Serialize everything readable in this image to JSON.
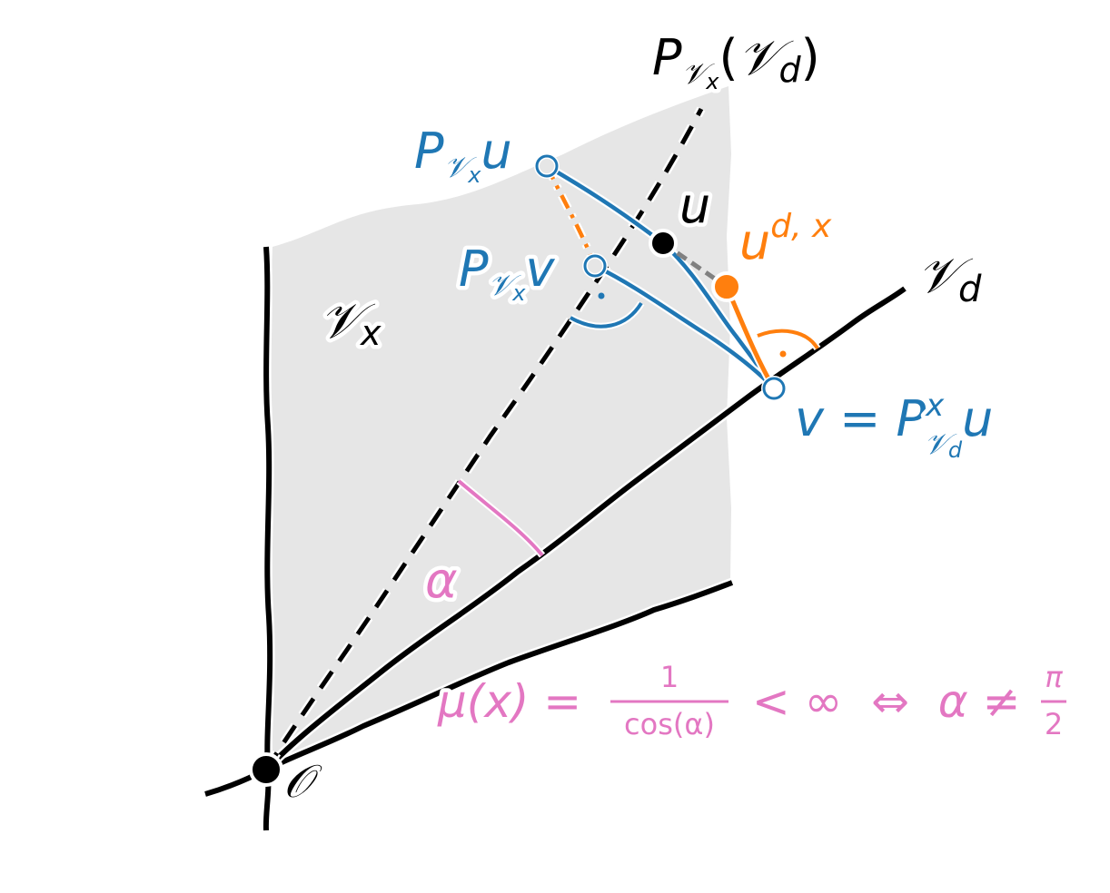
{
  "colors": {
    "plane_fill": "#e6e6e6",
    "axis": "#000000",
    "projection": "#1f77b4",
    "orthogonal": "#ff7f0e",
    "angle": "#e377c2",
    "connector": "#808080"
  },
  "labels": {
    "plane_Vx": {
      "main": "𝒱",
      "sub": "x"
    },
    "line_Vd": {
      "main": "𝒱",
      "sub": "d"
    },
    "dashed_line": {
      "pre": "P",
      "sub_script": "𝒱",
      "sub_sub": "x",
      "open": "(",
      "arg": "𝒱",
      "arg_sub": "d",
      "close": ")"
    },
    "origin": "𝒪",
    "point_u": "u",
    "point_ud": {
      "main": "u",
      "sup": "d, x"
    },
    "point_Pu": {
      "pre": "P",
      "sub_script": "𝒱",
      "sub_sub": "x",
      "post": "u"
    },
    "point_Pv": {
      "pre": "P",
      "sub_script": "𝒱",
      "sub_sub": "x",
      "post": "v"
    },
    "point_v": {
      "pre": "v = P",
      "sup": "x",
      "sub_script": "𝒱",
      "sub_sub": "d",
      "post": "u"
    },
    "angle": "α",
    "formula": {
      "lhs": "μ(x) = ",
      "num": "1",
      "den": "cos(α)",
      "mid": " < ∞  ⇔  α ≠ ",
      "rnum": "π",
      "rden": "2"
    }
  }
}
